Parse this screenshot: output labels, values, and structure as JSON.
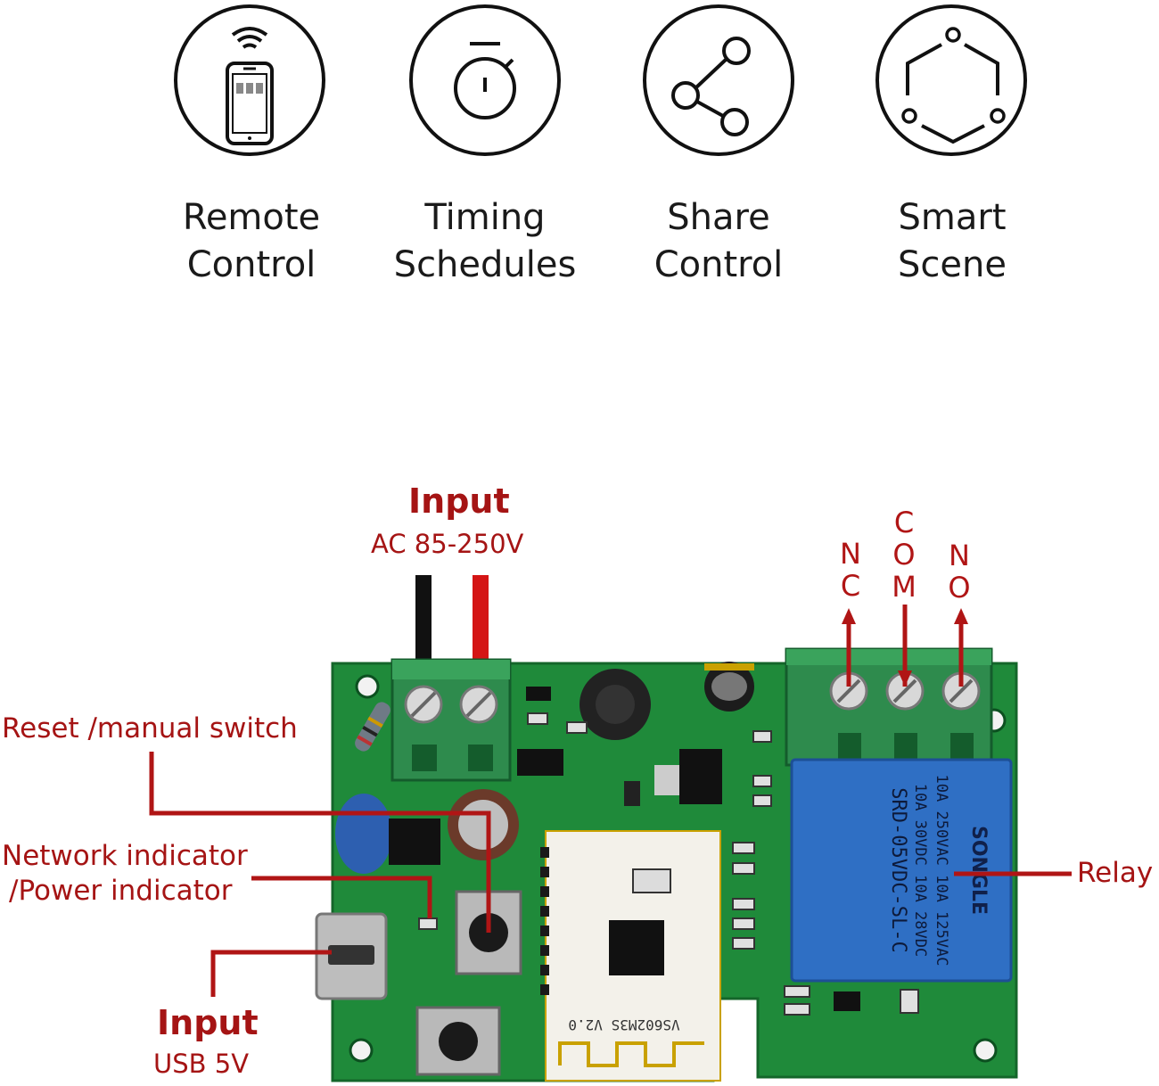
{
  "features": [
    {
      "icon": "smartphone-wifi-icon",
      "line1": "Remote",
      "line2": "Control"
    },
    {
      "icon": "stopwatch-icon",
      "line1": "Timing",
      "line2": "Schedules"
    },
    {
      "icon": "share-icon",
      "line1": "Share",
      "line2": "Control"
    },
    {
      "icon": "smart-scene-icon",
      "line1": "Smart",
      "line2": "Scene"
    }
  ],
  "callouts": {
    "ac_input_title": "Input",
    "ac_input_spec": "AC 85-250V",
    "reset_switch": "Reset /manual switch",
    "indicator_line1": "Network indicator",
    "indicator_line2": "/Power indicator",
    "usb_input_title": "Input",
    "usb_input_spec": "USB 5V",
    "relay": "Relay"
  },
  "terminals": {
    "nc": [
      "N",
      "C"
    ],
    "com": [
      "C",
      "O",
      "M"
    ],
    "no": [
      "N",
      "O"
    ]
  },
  "board_markings": {
    "module": "VS602M3S V2.0",
    "relay_brand": "SONGLE",
    "relay_model": "SRD-05VDC-SL-C",
    "relay_rating_1": "10A 250VAC 10A 125VAC",
    "relay_rating_2": "10A 30VDC 10A 28VDC"
  },
  "colors": {
    "accent_red": "#a51414",
    "pcb_green": "#1f8a3a",
    "relay_blue": "#2f6fc4"
  }
}
